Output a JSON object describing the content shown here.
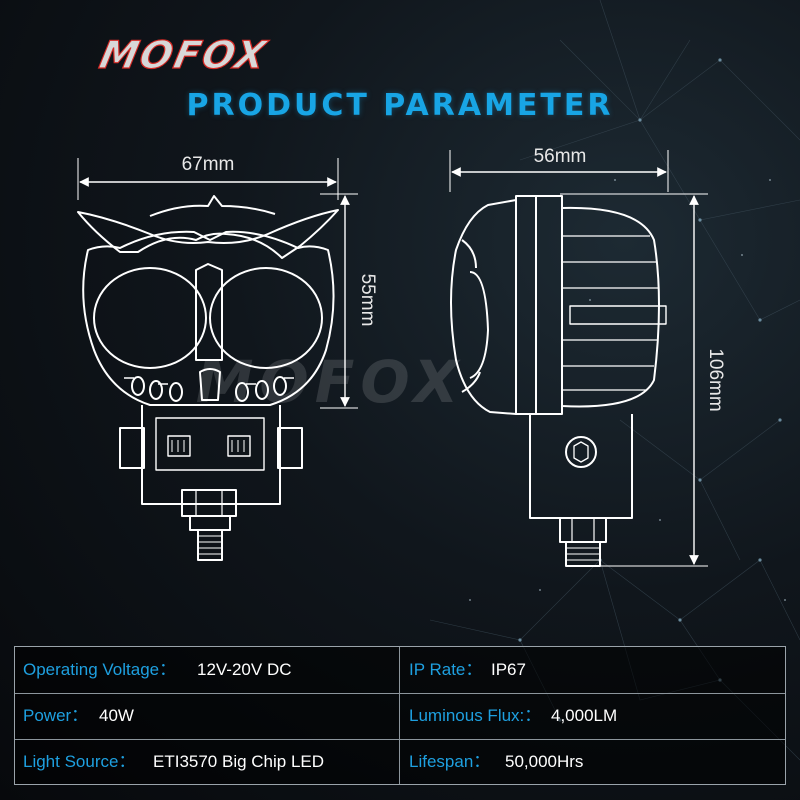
{
  "brand": {
    "logo_text": "MOFOX"
  },
  "title": "PRODUCT PARAMETER",
  "dimensions": {
    "front_width": "67mm",
    "front_height": "55mm",
    "side_depth": "56mm",
    "side_height": "106mm"
  },
  "watermark": "MOFOX",
  "specs": {
    "left": [
      {
        "label": "Operating Voltage：",
        "value": "12V-20V DC"
      },
      {
        "label": "Power：",
        "value": "40W"
      },
      {
        "label": "Light Source：",
        "value": "ETI3570 Big Chip LED"
      }
    ],
    "right": [
      {
        "label": "IP Rate：",
        "value": "IP67"
      },
      {
        "label": "Luminous Flux:：",
        "value": "4,000LM"
      },
      {
        "label": "Lifespan：",
        "value": "50,000Hrs"
      }
    ]
  },
  "colors": {
    "accent": "#18a5e5",
    "logo_red": "#d42a25",
    "line": "#ffffff",
    "border": "#9aa3aa"
  }
}
